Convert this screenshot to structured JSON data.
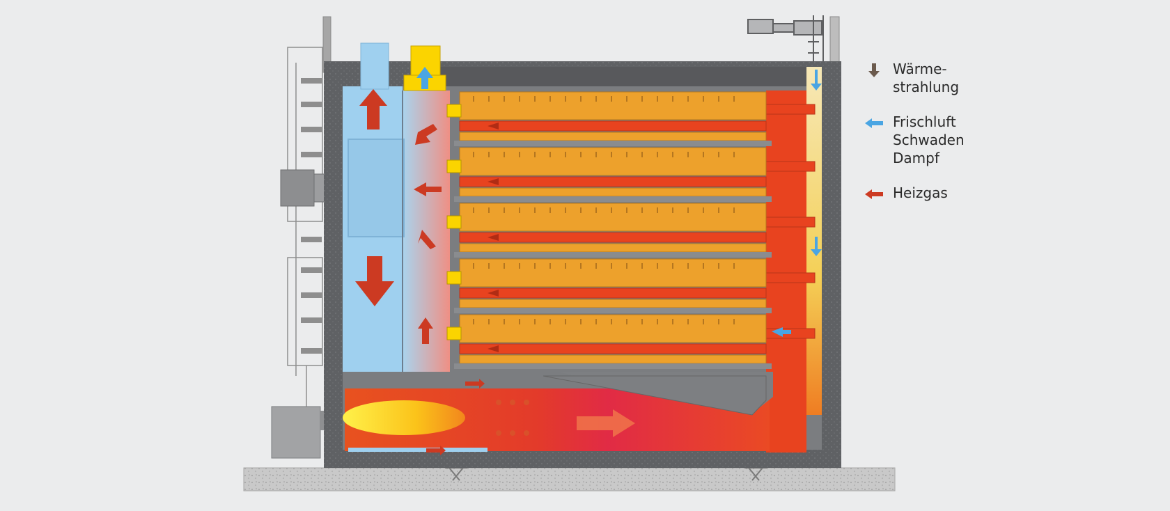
{
  "colors": {
    "background": "#ebeced",
    "housing": "#5d5f62",
    "steel": "#8a8c8f",
    "fresh_air": "#9fd0ef",
    "fresh_air_arrow": "#4aa5e3",
    "heat_gas": "#e8431f",
    "heat_gas_arrow": "#cc3a22",
    "baking_deck": "#eda12c",
    "burner": "#fbd400",
    "radiation_arrow": "#6b5a4d"
  },
  "legend": {
    "items": [
      {
        "key": "radiation",
        "icon": "arrow-down-icon",
        "color": "#6b5a4d",
        "lines": [
          "Wärme-",
          "strahlung"
        ]
      },
      {
        "key": "fresh-air",
        "icon": "arrow-left-icon",
        "color": "#4aa5e3",
        "lines": [
          "Frischluft",
          "Schwaden",
          "Dampf"
        ]
      },
      {
        "key": "heat-gas",
        "icon": "arrow-left-icon",
        "color": "#cc3a22",
        "lines": [
          "Heizgas"
        ]
      }
    ]
  },
  "diagram": {
    "deck_count": 5
  }
}
